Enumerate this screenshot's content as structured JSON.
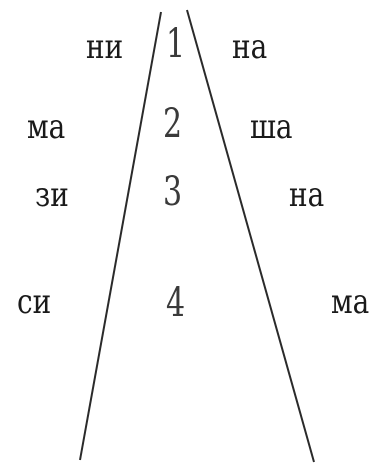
{
  "rows": [
    {
      "number": "1",
      "left": "ни",
      "right": "на"
    },
    {
      "number": "2",
      "left": "ма",
      "right": "ша"
    },
    {
      "number": "3",
      "left": "зи",
      "right": "на"
    },
    {
      "number": "4",
      "left": "си",
      "right": "ма"
    }
  ],
  "colors": {
    "text": "#1a1a1a",
    "number": "#3a3a3a",
    "line": "#2a2a2a"
  }
}
